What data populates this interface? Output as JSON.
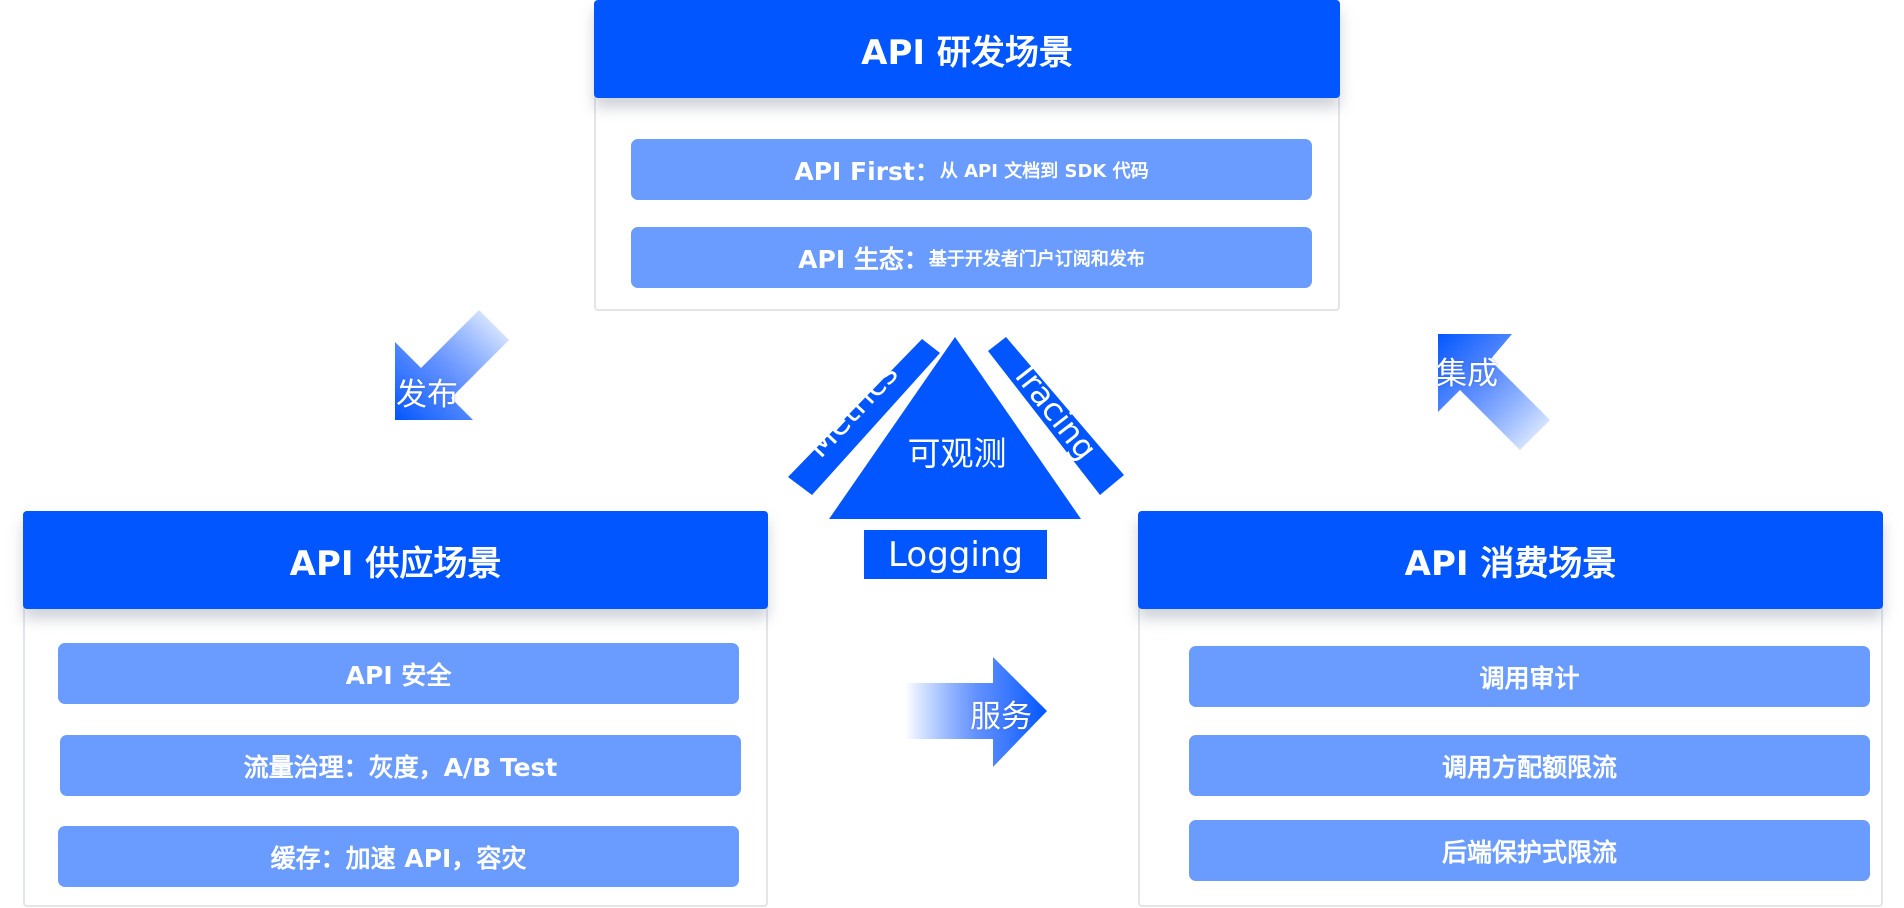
{
  "top_panel": {
    "title": "API 研发场景",
    "items": [
      {
        "main": "API First：",
        "sub": "从 API 文档到 SDK 代码"
      },
      {
        "main": "API 生态：",
        "sub": "基于开发者门户订阅和发布"
      }
    ]
  },
  "left_panel": {
    "title": "API 供应场景",
    "items": [
      "API 安全",
      "流量治理：灰度，A/B Test",
      "缓存：加速 API，容灾"
    ]
  },
  "right_panel": {
    "title": "API 消费场景",
    "items": [
      "调用审计",
      "调用方配额限流",
      "后端保护式限流"
    ]
  },
  "arrows": {
    "publish": "发布",
    "integrate": "集成",
    "serve": "服务"
  },
  "observability": {
    "center": "可观测",
    "metrics": "Metrics",
    "tracing": "Tracing",
    "logging": "Logging"
  },
  "colors": {
    "header_blue": "#0156ff",
    "item_blue": "#6a9bff",
    "panel_border": "#e3e5ea"
  }
}
